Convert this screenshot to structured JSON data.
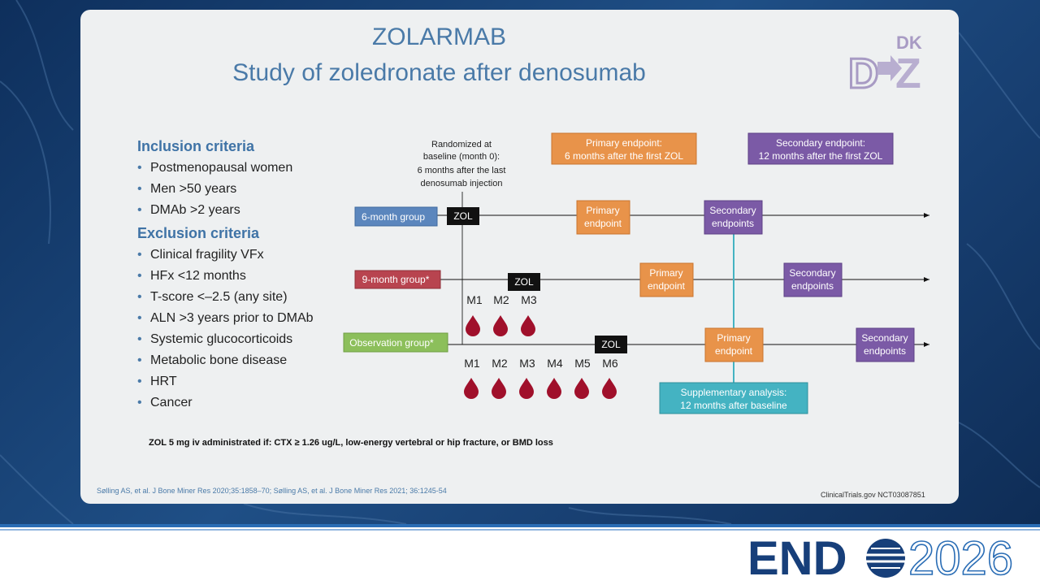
{
  "title": {
    "line1": "ZOLARMAB",
    "line2": "Study of zoledronate after denosumab"
  },
  "logo_dkz": {
    "top": "DK",
    "main": "DZ"
  },
  "inclusion": {
    "heading": "Inclusion criteria",
    "items": [
      "Postmenopausal women",
      "Men >50 years",
      "DMAb >2 years"
    ]
  },
  "exclusion": {
    "heading": "Exclusion criteria",
    "items": [
      "Clinical fragility VFx",
      "HFx <12 months",
      "T-score <–2.5 (any site)",
      "ALN >3 years prior to DMAb",
      "Systemic glucocorticoids",
      "Metabolic bone disease",
      "HRT",
      "Cancer"
    ]
  },
  "randomized": [
    "Randomized at",
    "baseline (month 0):",
    "6 months after the last",
    "denosumab injection"
  ],
  "primary_header": [
    "Primary endpoint:",
    "6 months after the first ZOL"
  ],
  "secondary_header": [
    "Secondary endpoint:",
    "12 months after the first ZOL"
  ],
  "groups": {
    "six": "6-month group",
    "nine": "9-month group*",
    "obs": "Observation group*"
  },
  "zol": "ZOL",
  "primary_box": [
    "Primary",
    "endpoint"
  ],
  "secondary_box": [
    "Secondary",
    "endpoints"
  ],
  "months": [
    "M1",
    "M2",
    "M3",
    "M4",
    "M5",
    "M6"
  ],
  "supplementary": [
    "Supplementary analysis:",
    "12 months after baseline"
  ],
  "footnote": "ZOL 5 mg iv administrated if: CTX ≥ 1.26 ug/L, low-energy vertebral or hip fracture, or BMD loss",
  "reference": "Sølling AS, et al. J Bone Miner Res 2020;35:1858–70; Sølling AS, et al. J Bone Miner Res 2021; 36:1245-54",
  "trial_id": "ClinicalTrials.gov NCT03087851",
  "brand": {
    "endo": "END",
    "year": "2026"
  },
  "colors": {
    "six_group": "#5b86bd",
    "nine_group": "#b8444f",
    "obs_group": "#8cbf5b",
    "primary": "#e8934a",
    "secondary": "#7b5aa6",
    "supplementary": "#44b3c2",
    "drop": "#a0102b",
    "zol": "#111111",
    "title": "#4a7aa8"
  }
}
